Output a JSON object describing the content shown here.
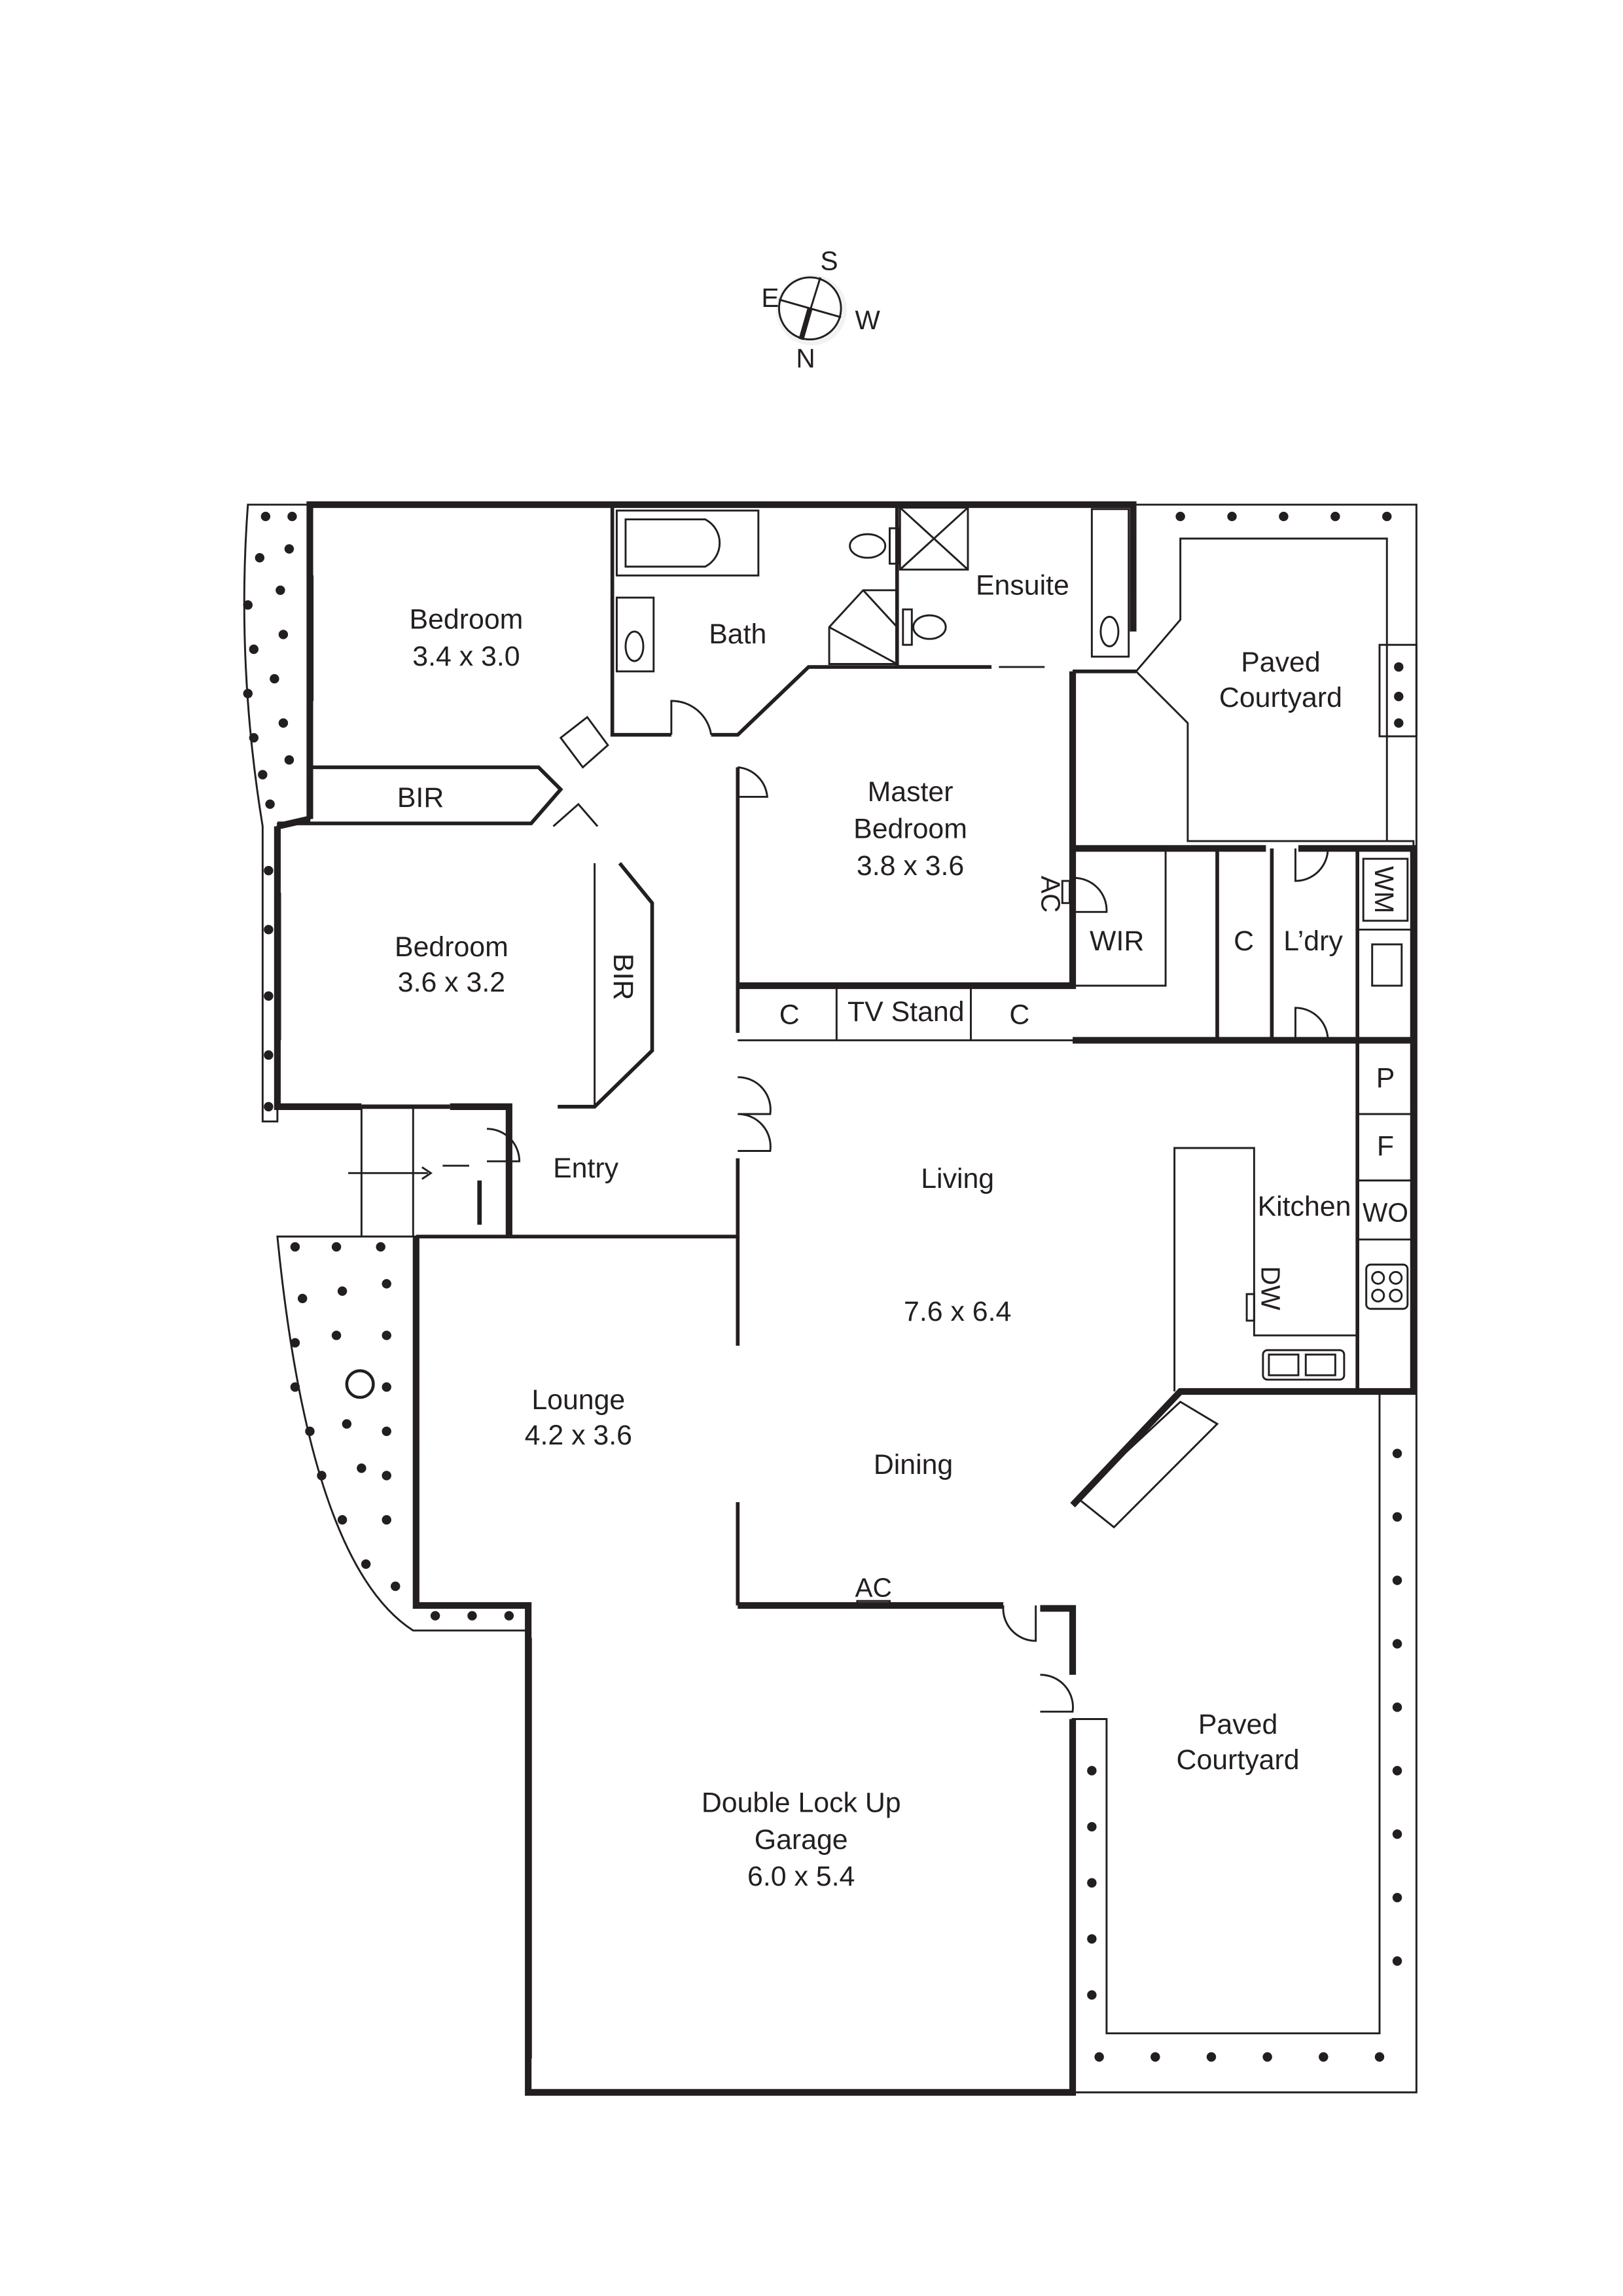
{
  "compass": {
    "north": "N",
    "south": "S",
    "east": "E",
    "west": "W"
  },
  "rooms": {
    "bedroom1": {
      "name": "Bedroom",
      "size": "3.4 x 3.0"
    },
    "bir1": {
      "name": "BIR"
    },
    "bedroom2": {
      "name": "Bedroom",
      "size": "3.6 x 3.2"
    },
    "bir2": {
      "name": "BIR"
    },
    "bath": {
      "name": "Bath"
    },
    "ensuite": {
      "name": "Ensuite"
    },
    "courtyard1": {
      "name": "Paved",
      "name2": "Courtyard"
    },
    "master": {
      "name": "Master",
      "name2": "Bedroom",
      "size": "3.8 x 3.6"
    },
    "master_ac": {
      "name": "AC"
    },
    "wir": {
      "name": "WIR"
    },
    "cupboard1": {
      "name": "C"
    },
    "laundry": {
      "name": "L’dry"
    },
    "wm": {
      "name": "WM"
    },
    "c_left": {
      "name": "C"
    },
    "tv_stand": {
      "name": "TV Stand"
    },
    "c_right": {
      "name": "C"
    },
    "pantry": {
      "name": "P"
    },
    "fridge": {
      "name": "F"
    },
    "wall_oven": {
      "name": "WO"
    },
    "kitchen": {
      "name": "Kitchen"
    },
    "dishwasher": {
      "name": "DW"
    },
    "entry": {
      "name": "Entry"
    },
    "living": {
      "name": "Living",
      "size": "7.6 x 6.4"
    },
    "dining": {
      "name": "Dining"
    },
    "dining_ac": {
      "name": "AC"
    },
    "lounge": {
      "name": "Lounge",
      "size": "4.2 x 3.6"
    },
    "garage": {
      "name": "Double Lock Up",
      "name2": "Garage",
      "size": "6.0 x 5.4"
    },
    "courtyard2": {
      "name": "Paved",
      "name2": "Courtyard"
    }
  }
}
